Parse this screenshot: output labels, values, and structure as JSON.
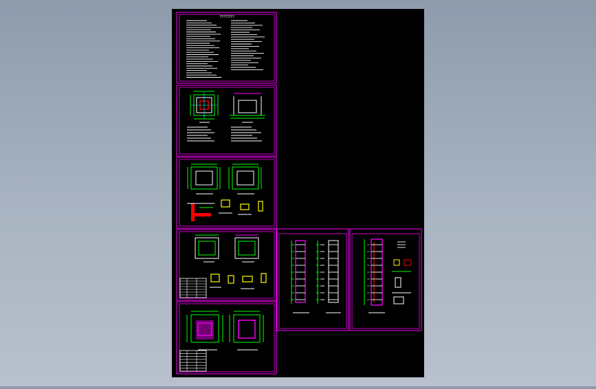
{
  "canvas": {
    "background_top": "#8e9bac",
    "background_bottom": "#b8c1cd",
    "paper_color": "#000000"
  },
  "colors": {
    "frame": "#ff00ff",
    "dimension": "#00ff00",
    "linework": "#ffffff",
    "highlight": "#ff0000",
    "accent": "#ffff00",
    "axis": "#00ffff"
  },
  "sheets": [
    {
      "id": "notes",
      "kind": "design-notes"
    },
    {
      "id": "pit-plan",
      "kind": "plan-and-section"
    },
    {
      "id": "pit-detail",
      "kind": "plans-and-details"
    },
    {
      "id": "shaft-plan",
      "kind": "plans-with-table"
    },
    {
      "id": "machine-room",
      "kind": "plans-with-table"
    },
    {
      "id": "elevation-a",
      "kind": "shaft-elevations"
    },
    {
      "id": "elevation-b",
      "kind": "shaft-elevation-details"
    }
  ],
  "sheet_title_text": "????????"
}
